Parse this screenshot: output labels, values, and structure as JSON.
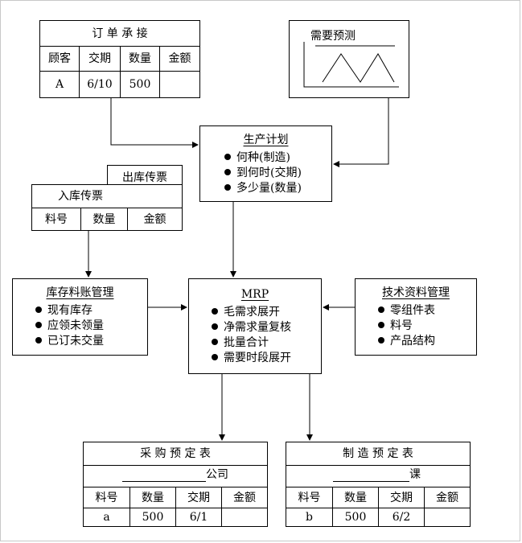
{
  "order_box": {
    "title": "订 单 承 接",
    "headers": [
      "顾客",
      "交期",
      "数量",
      "金额"
    ],
    "row": [
      "A",
      "6/10",
      "500",
      ""
    ]
  },
  "forecast_box": {
    "title": "需要预测"
  },
  "plan_box": {
    "title": "生产计划",
    "items": [
      "何种(制造)",
      "到何时(交期)",
      "多少量(数量)"
    ]
  },
  "outbound_slip": {
    "title": "出库传票"
  },
  "inbound_slip": {
    "title": "入库传票",
    "headers": [
      "料号",
      "数量",
      "金额"
    ]
  },
  "inventory_box": {
    "title": "库存料账管理",
    "items": [
      "现有库存",
      "应领未领量",
      "已订未交量"
    ]
  },
  "mrp_box": {
    "title": "MRP",
    "items": [
      "毛需求展开",
      "净需求量复核",
      "批量合计",
      "需要时段展开"
    ]
  },
  "tech_box": {
    "title": "技术资料管理",
    "items": [
      "零组件表",
      "料号",
      "产品结构"
    ]
  },
  "purchase_table": {
    "title": "采 购 预 定 表",
    "unit": "公司",
    "headers": [
      "料号",
      "数量",
      "交期",
      "金额"
    ],
    "row": [
      "a",
      "500",
      "6/1",
      ""
    ]
  },
  "manufacture_table": {
    "title": "制 造 预 定 表",
    "unit": "课",
    "headers": [
      "料号",
      "数量",
      "交期",
      "金额"
    ],
    "row": [
      "b",
      "500",
      "6/2",
      ""
    ]
  }
}
